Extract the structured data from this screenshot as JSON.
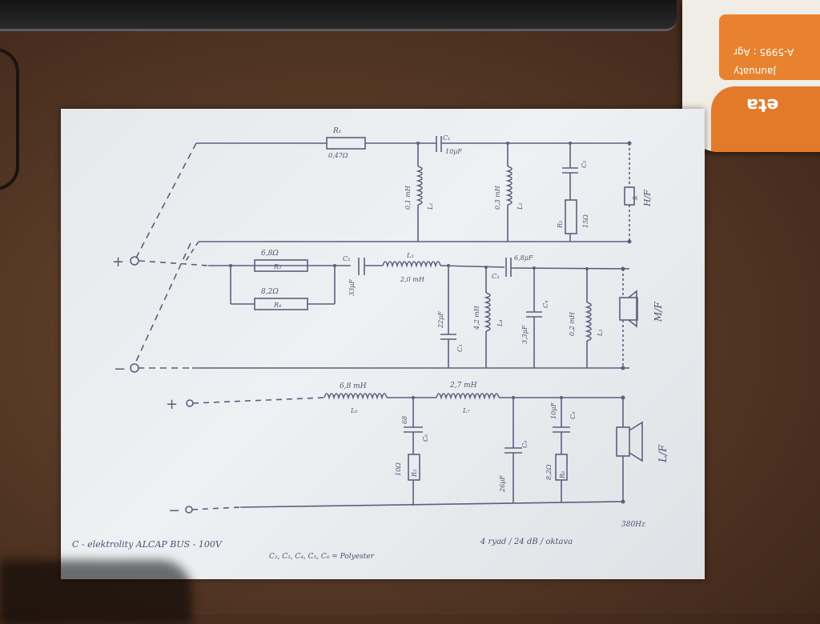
{
  "sticker": {
    "line1": "A-5995 : Agr",
    "line2": "Jaunuaty",
    "logo": "eta"
  },
  "terminals": {
    "mid_plus": "+",
    "mid_minus": "−",
    "low_plus": "+",
    "low_minus": "−"
  },
  "drivers": {
    "hf": "H/F",
    "mf": "M/F",
    "lf": "L/F"
  },
  "hf": {
    "r1_name": "R₁",
    "r1_value": "0,47Ω",
    "c1_name": "C₁",
    "c1_value": "10μF",
    "l1_value": "0,1 mH",
    "l1_name": "L₁",
    "l2_value": "0,3 mH",
    "l2_name": "L₂",
    "c5_name": "C₅",
    "r2_name": "R₂",
    "r2_value": "15Ω",
    "rx": "R"
  },
  "mf": {
    "r3_value": "6,8Ω",
    "r3_name": "R₃",
    "r4_value": "8,2Ω",
    "r4_name": "R₄",
    "c2_name": "C₂",
    "c2_value": "33μF",
    "l3_name": "L₃",
    "l3_value": "2,0 mH",
    "c3_name": "C₃",
    "c3_value": "6,8μF",
    "c_shunt_value": "22μF",
    "c_shunt_name": "C₃",
    "l4_value": "4,2 mH",
    "l4_name": "L₄",
    "c4_value": "3,3μF",
    "c4_name": "C₄",
    "l5_value": "0,2 mH",
    "l5_name": "L₅"
  },
  "lf": {
    "l6_value": "6,8 mH",
    "l6_name": "L₆",
    "l7_value": "2,7 mH",
    "l7_name": "L₇",
    "c6_value": "68",
    "c6_name": "C₆",
    "r5_value": "10Ω",
    "r5_name": "R₅",
    "c9_value": "26μF",
    "c9_name": "C₉",
    "c8_value": "10μF",
    "c8_name": "C₈",
    "r6_value": "8,2Ω",
    "r6_name": "R₆"
  },
  "notes": {
    "freq": "380Hz",
    "caps_electrolytic": "C - elektrolity ALCAP BUS - 100V",
    "caps_polyester": "C₂, C₃, C₄, C₅, C₆ = Polyester",
    "order": "4 ryad / 24 dB / oktava"
  }
}
